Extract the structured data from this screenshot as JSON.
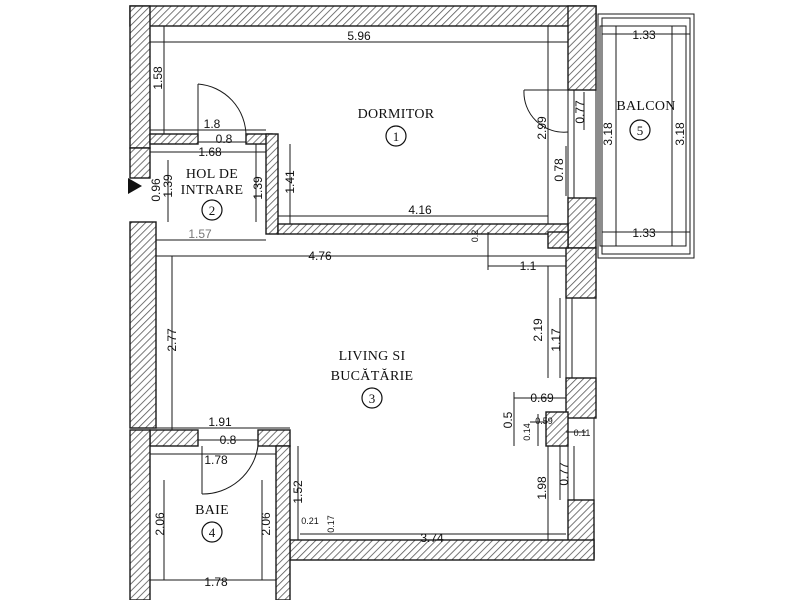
{
  "rooms": [
    {
      "number": "1",
      "name": "DORMITOR"
    },
    {
      "number": "2",
      "name_line1": "HOL DE",
      "name_line2": "INTRARE"
    },
    {
      "number": "3",
      "name_line1": "LIVING SI",
      "name_line2": "BUCĂTĂRIE"
    },
    {
      "number": "4",
      "name": "BAIE"
    },
    {
      "number": "5",
      "name": "BALCON"
    }
  ],
  "dimensions": {
    "dormitor_width": "5.96",
    "dormitor_left": "1.58",
    "dormitor_door_left": "1.8",
    "dormitor_door_gap": "0.8",
    "dormitor_inner_h": "1.41",
    "dormitor_bottom": "4.16",
    "dormitor_right_h": "2.99",
    "dormitor_right_upper": "0.77",
    "dormitor_right_lower": "0.78",
    "balcon_top": "1.33",
    "balcon_left": "3.18",
    "balcon_right": "3.18",
    "balcon_bottom": "1.33",
    "hol_top": "1.68",
    "hol_left_a": "0.96",
    "hol_left_b": "1.39",
    "hol_right": "1.39",
    "hol_bottom": "1.57",
    "living_top": "4.76",
    "living_small": "0.2",
    "living_niche": "1.1",
    "living_left": "2.77",
    "living_right_upper": "2.19",
    "living_window": "1.17",
    "living_step_a": "0.69",
    "living_step_b": "0.5",
    "living_step_c": "0.59",
    "living_step_d": "0.14",
    "living_step_e": "0.11",
    "living_right_lower": "1.98",
    "living_window_lower": "0.77",
    "living_bottom": "3.74",
    "living_bottom_left_v": "1.52",
    "living_corner_a": "0.21",
    "living_corner_b": "0.17",
    "baie_top": "1.91",
    "baie_door_gap": "0.8",
    "baie_inner_top": "1.78",
    "baie_left": "2.06",
    "baie_right": "2.06",
    "baie_bottom": "1.78"
  }
}
